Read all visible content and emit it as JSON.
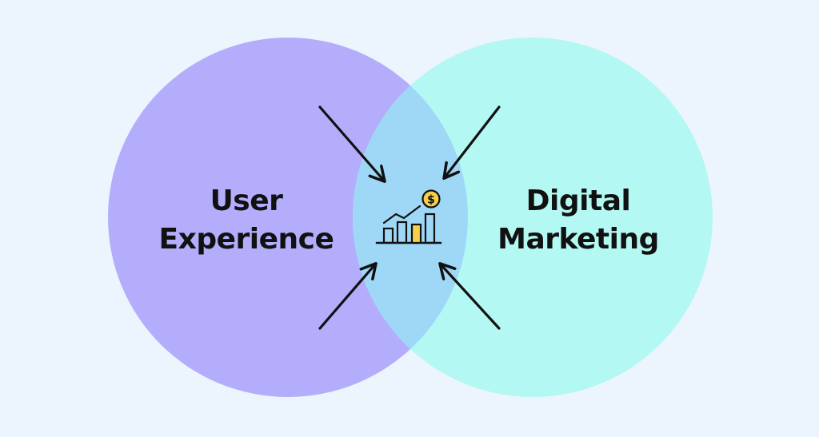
{
  "venn": {
    "left_circle": {
      "label_lines": [
        "User",
        "Experience"
      ],
      "color": "#b3adfc"
    },
    "right_circle": {
      "label_lines": [
        "Digital",
        "Marketing"
      ],
      "color": "#b3f8f3"
    },
    "overlap_color": "#9fd7f6",
    "center_icon": "growth-chart-dollar-icon",
    "icon_accent_color": "#f5cf4a",
    "arrow_color": "#111111"
  }
}
